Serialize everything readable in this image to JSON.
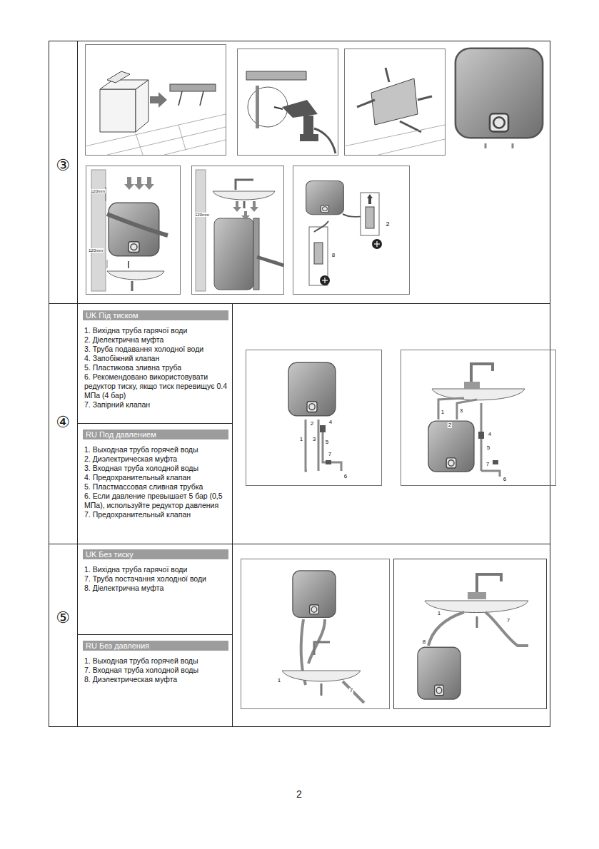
{
  "diagram": {
    "nodes": [
      {
        "text": [
          "UK Під тиском",
          "1. Вихідна труба гарячої води",
          "2. Діелектрична муфта",
          "3. Труба подавання холодної води",
          "4. Запобіжний клапан",
          "5. Пластикова зливна труба",
          "6. Рекомендовано використовувати редуктор тиску, якщо тиск перевищує 0.4 МПа (4 бар)",
          "7. Запірний клапан"
        ]
      },
      {
        "text": [
          "RU Под давлением",
          "1. Выходная труба горячей воды",
          "2. Диэлектрическая муфта",
          "3. Входная труба холодной воды",
          "4. Предохранительный клапан",
          "5. Пластмассовая сливная трубка",
          "6. Если давление превышает 5 бар (0,5 МПа), используйте редуктор давления",
          "7. Предохранительный клапан"
        ]
      },
      {
        "text": [
          "UK Без тиску",
          "1. Вихідна труба гарячої води",
          "7. Труба постачання холодної води",
          "8. Діелектрична муфта"
        ]
      },
      {
        "text": [
          "RU Без давления",
          "1. Выходная труба горячей воды",
          "7. Входная труба холодной воды",
          "8. Диэлектрическая муфта"
        ]
      }
    ],
    "labels": [
      "③",
      "120mm",
      "120mm",
      "120mm",
      "2",
      "8",
      "④",
      "2",
      "4",
      "1",
      "3",
      "5",
      "7",
      "6",
      "1",
      "2",
      "3",
      "4",
      "5",
      "7",
      "6",
      "⑤",
      "1",
      "7",
      "1",
      "7",
      "8",
      "2"
    ]
  }
}
